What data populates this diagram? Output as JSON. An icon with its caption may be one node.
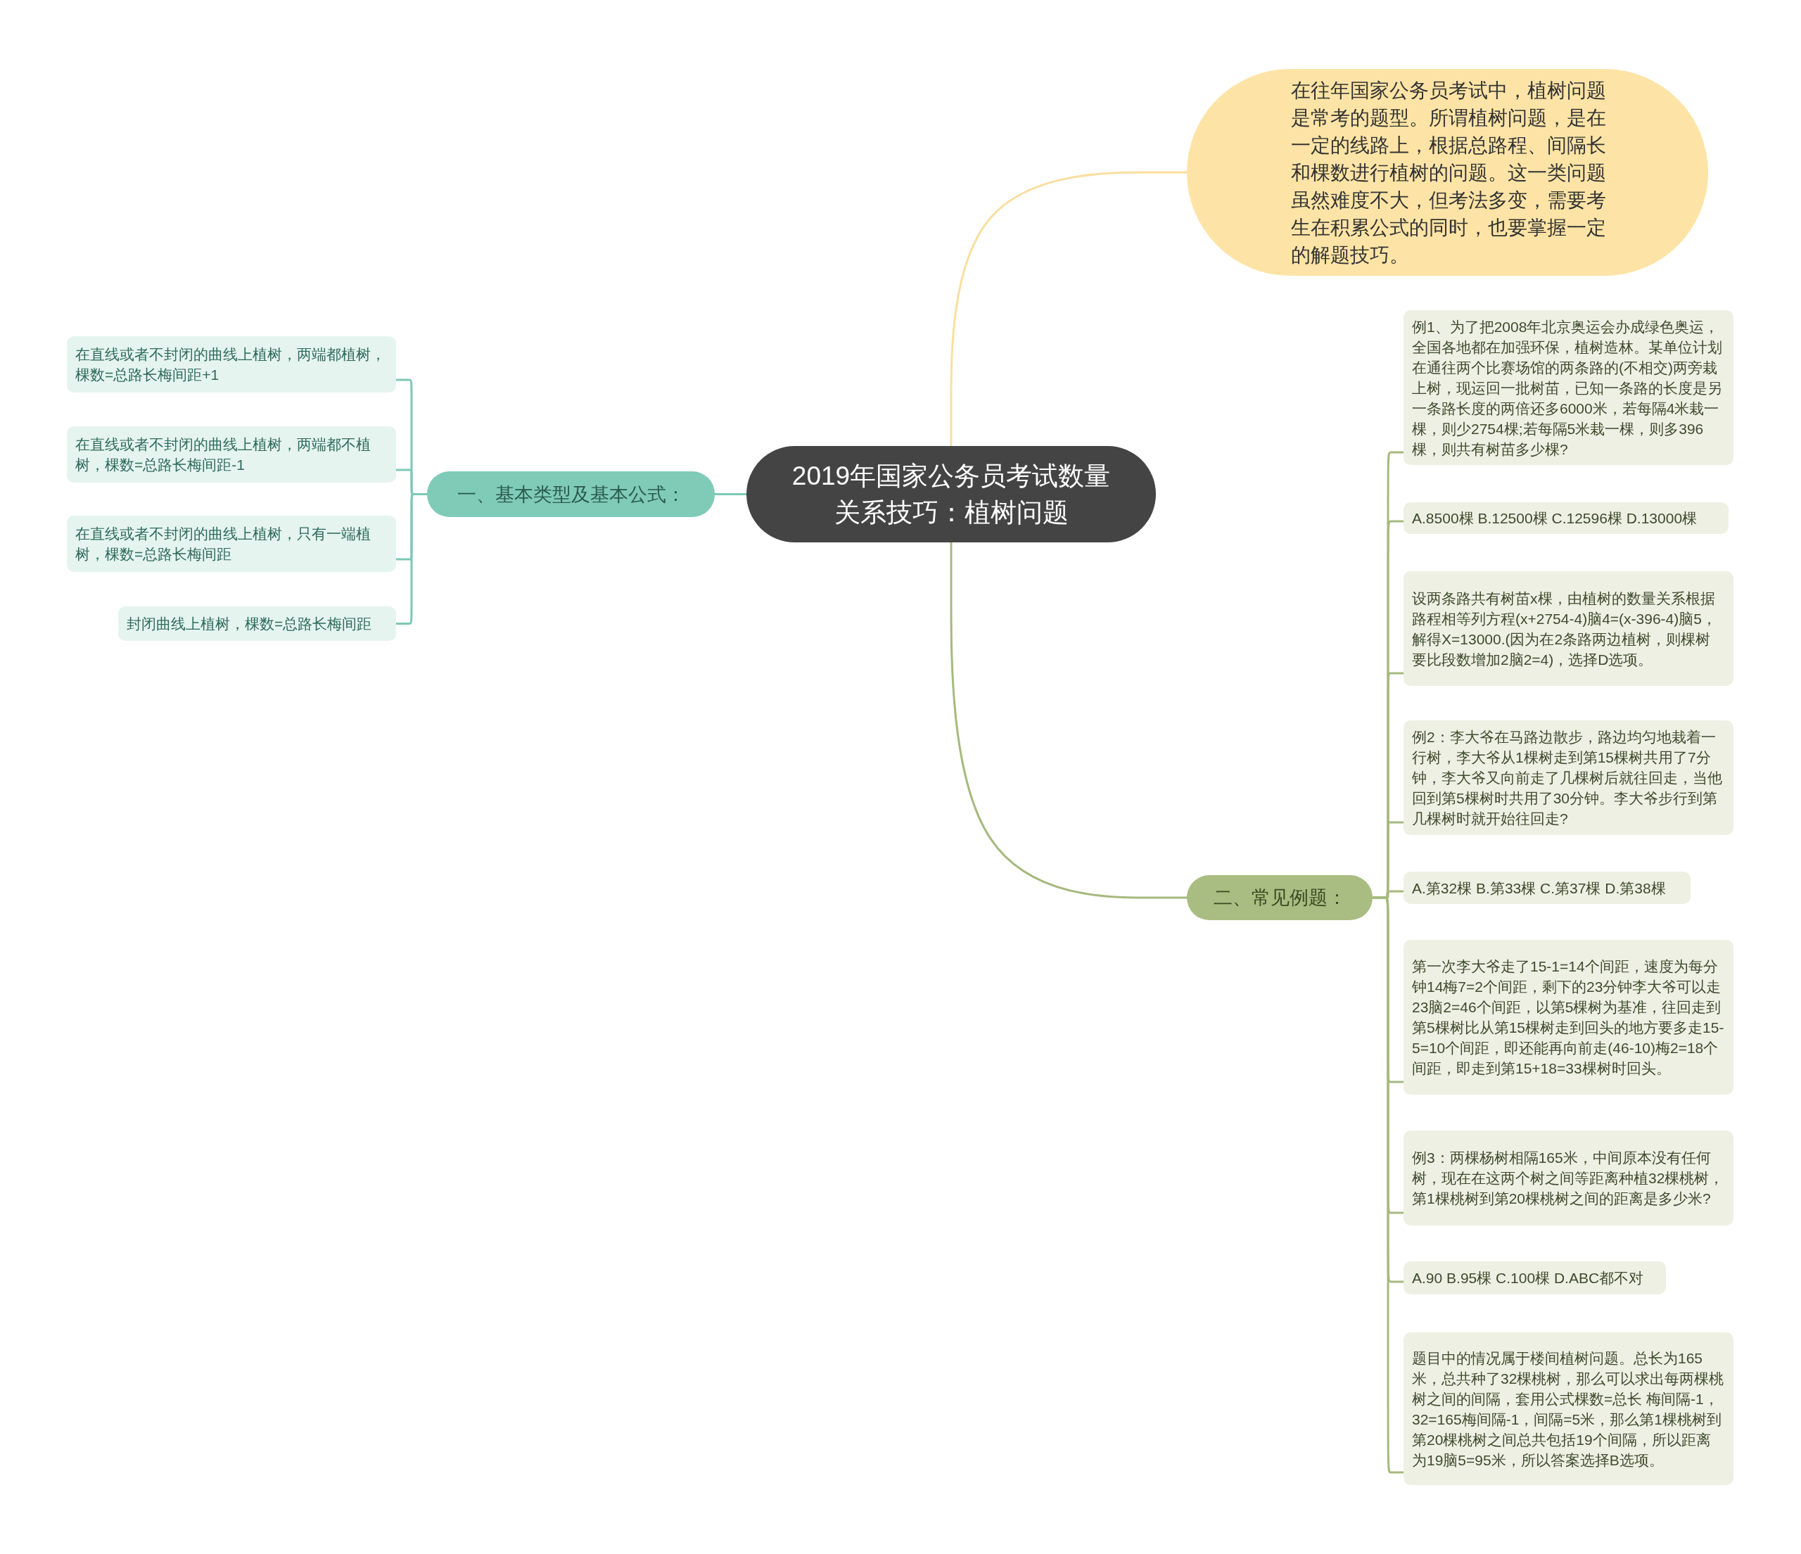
{
  "diagram": {
    "nodes": [
      {
        "text": [
          "2019年国家公务员考试数量关系技巧：植树问题"
        ]
      },
      {
        "text": [
          "在往年国家公务员考试中，植树问题是常考的题型。所谓植树问题，是在一定的线路上，根据总路程、间隔长和棵数进行植树的问题。这一类问题虽然难度不大，但考法多变，需要考生在积累公式的同时，也要掌握一定的解题技巧。"
        ]
      },
      {
        "text": [
          "一、基本类型及基本公式："
        ]
      },
      {
        "text": [
          "在直线或者不封闭的曲线上植树，两端都植树，棵数=总路长梅间距+1"
        ]
      },
      {
        "text": [
          "在直线或者不封闭的曲线上植树，两端都不植树，棵数=总路长梅间距-1"
        ]
      },
      {
        "text": [
          "在直线或者不封闭的曲线上植树，只有一端植树，棵数=总路长梅间距"
        ]
      },
      {
        "text": [
          "封闭曲线上植树，棵数=总路长梅间距"
        ]
      },
      {
        "text": [
          "二、常见例题："
        ]
      },
      {
        "text": [
          "例1、为了把2008年北京奥运会办成绿色奥运，全国各地都在加强环保，植树造林。某单位计划在通往两个比赛场馆的两条路的(不相交)两旁栽上树，现运回一批树苗，已知一条路的长度是另一条路长度的两倍还多6000米，若每隔4米栽一棵，则少2754棵;若每隔5米栽一棵，则多396棵，则共有树苗多少棵?"
        ]
      },
      {
        "text": [
          "A.8500棵 B.12500棵 C.12596棵 D.13000棵"
        ]
      },
      {
        "text": [
          "设两条路共有树苗x棵，由植树的数量关系根据路程相等列方程(x+2754-4)脑4=(x-396-4)脑5，解得X=13000.(因为在2条路两边植树，则棵树要比段数增加2脑2=4)，选择D选项。"
        ]
      },
      {
        "text": [
          "例2：李大爷在马路边散步，路边均匀地栽着一行树，李大爷从1棵树走到第15棵树共用了7分钟，李大爷又向前走了几棵树后就往回走，当他回到第5棵树时共用了30分钟。李大爷步行到第几棵树时就开始往回走?"
        ]
      },
      {
        "text": [
          "A.第32棵 B.第33棵 C.第37棵 D.第38棵"
        ]
      },
      {
        "text": [
          "第一次李大爷走了15-1=14个间距，速度为每分钟14梅7=2个间距，剩下的23分钟李大爷可以走23脑2=46个间距，以第5棵树为基准，往回走到第5棵树比从第15棵树走到回头的地方要多走15-5=10个间距，即还能再向前走(46-10)梅2=18个间距，即走到第15+18=33棵树时回头。"
        ]
      },
      {
        "text": [
          "例3：两棵杨树相隔165米，中间原本没有任何树，现在在这两个树之间等距离种植32棵桃树，第1棵桃树到第20棵桃树之间的距离是多少米?"
        ]
      },
      {
        "text": [
          "A.90 B.95棵 C.100棵 D.ABC都不对"
        ]
      },
      {
        "text": [
          "题目中的情况属于楼间植树问题。总长为165米，总共种了32棵桃树，那么可以求出每两棵桃树之间的间隔，套用公式棵数=总长 梅间隔-1，32=165梅间隔-1，间隔=5米，那么第1棵桃树到第20棵桃树之间总共包括19个间隔，所以距离为19脑5=95米，所以答案选择B选项。"
        ]
      }
    ],
    "edges": [
      {
        "from": 0,
        "to": 1,
        "arrow": "none",
        "color": "#f9dfa0"
      },
      {
        "from": 0,
        "to": 2,
        "arrow": "none",
        "color": "#7cc8b5"
      },
      {
        "from": 2,
        "to": 3,
        "arrow": "none",
        "color": "#7cc8b5"
      },
      {
        "from": 2,
        "to": 4,
        "arrow": "none",
        "color": "#7cc8b5"
      },
      {
        "from": 2,
        "to": 5,
        "arrow": "none",
        "color": "#7cc8b5"
      },
      {
        "from": 2,
        "to": 6,
        "arrow": "none",
        "color": "#7cc8b5"
      },
      {
        "from": 0,
        "to": 7,
        "arrow": "none"
      },
      {
        "from": 7,
        "to": 8,
        "arrow": "none"
      },
      {
        "from": 7,
        "to": 9,
        "arrow": "none"
      },
      {
        "from": 7,
        "to": 10,
        "arrow": "none"
      },
      {
        "from": 7,
        "to": 11,
        "arrow": "none"
      },
      {
        "from": 7,
        "to": 12,
        "arrow": "none"
      },
      {
        "from": 7,
        "to": 13,
        "arrow": "none"
      },
      {
        "from": 7,
        "to": 14,
        "arrow": "none"
      },
      {
        "from": 7,
        "to": 15,
        "arrow": "none"
      },
      {
        "from": 7,
        "to": 16,
        "arrow": "none"
      }
    ]
  }
}
